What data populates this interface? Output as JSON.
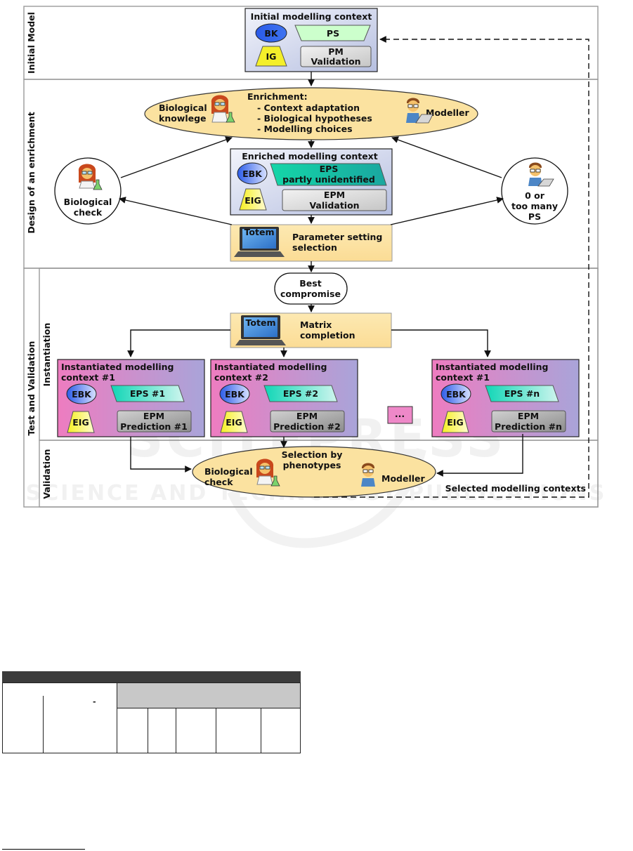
{
  "phases": {
    "initial_model": "Initial Model",
    "design": "Design of an enrichment",
    "test_validation": "Test and Validation",
    "instantiation": "Instantiation",
    "validation": "Validation"
  },
  "initial_context": {
    "title": "Initial modelling context",
    "bk": "BK",
    "ps": "PS",
    "ig": "IG",
    "pm_validation": [
      "PM",
      "Validation"
    ]
  },
  "enrichment": {
    "bio_label": [
      "Biological",
      "knowlege"
    ],
    "title": "Enrichment:",
    "items": [
      "- Context adaptation",
      "- Biological hypotheses",
      "- Modelling choices"
    ],
    "modeller": "Modeller"
  },
  "enriched_context": {
    "title": "Enriched modelling context",
    "ebk": "EBK",
    "eps": [
      "EPS",
      "partly unidentified"
    ],
    "eig": "EIG",
    "epm": [
      "EPM",
      "Validation"
    ]
  },
  "biological_check_circle": [
    "Biological",
    "check"
  ],
  "zero_many_circle": [
    "0 or",
    "too many",
    "PS"
  ],
  "totem_param": {
    "totem": "Totem",
    "text": [
      "Parameter setting",
      "selection"
    ]
  },
  "best_compromise": [
    "Best",
    "compromise"
  ],
  "totem_matrix": {
    "totem": "Totem",
    "text": [
      "Matrix",
      "completion"
    ]
  },
  "instantiated": [
    {
      "title": [
        "Instantiated modelling",
        "context #1"
      ],
      "ebk": "EBK",
      "eps": "EPS #1",
      "eig": "EIG",
      "epm": [
        "EPM",
        "Prediction #1"
      ]
    },
    {
      "title": [
        "Instantiated modelling",
        "context #2"
      ],
      "ebk": "EBK",
      "eps": "EPS #2",
      "eig": "EIG",
      "epm": [
        "EPM",
        "Prediction #2"
      ]
    },
    {
      "title": [
        "Instantiated modelling",
        "context #1"
      ],
      "ebk": "EBK",
      "eps": "EPS #n",
      "eig": "EIG",
      "epm": [
        "EPM",
        "Prediction #n"
      ]
    }
  ],
  "ellipsis": "...",
  "selection": {
    "title": [
      "Selection by",
      "phenotypes"
    ],
    "bio": [
      "Biological",
      "check"
    ],
    "modeller": "Modeller"
  },
  "selected_label": "Selected modelling contexts",
  "watermark": {
    "big": "SCITEPRESS",
    "small": "SCIENCE AND TECHNOLOGY PUBLICATIONS"
  },
  "table_fragment": {
    "dash": "-"
  },
  "colors": {
    "context_box": "#c7cde4",
    "ps": "#ccffcc",
    "bk": "#2d5de8",
    "ig": "#f4ef2a",
    "totem_bg": "#fde7a8",
    "enrichment_ellipse": "#fbe2a0",
    "eps": "#20d6b6",
    "instantiated_left": "#ef7fc0",
    "instantiated_right": "#a9a2d8"
  }
}
